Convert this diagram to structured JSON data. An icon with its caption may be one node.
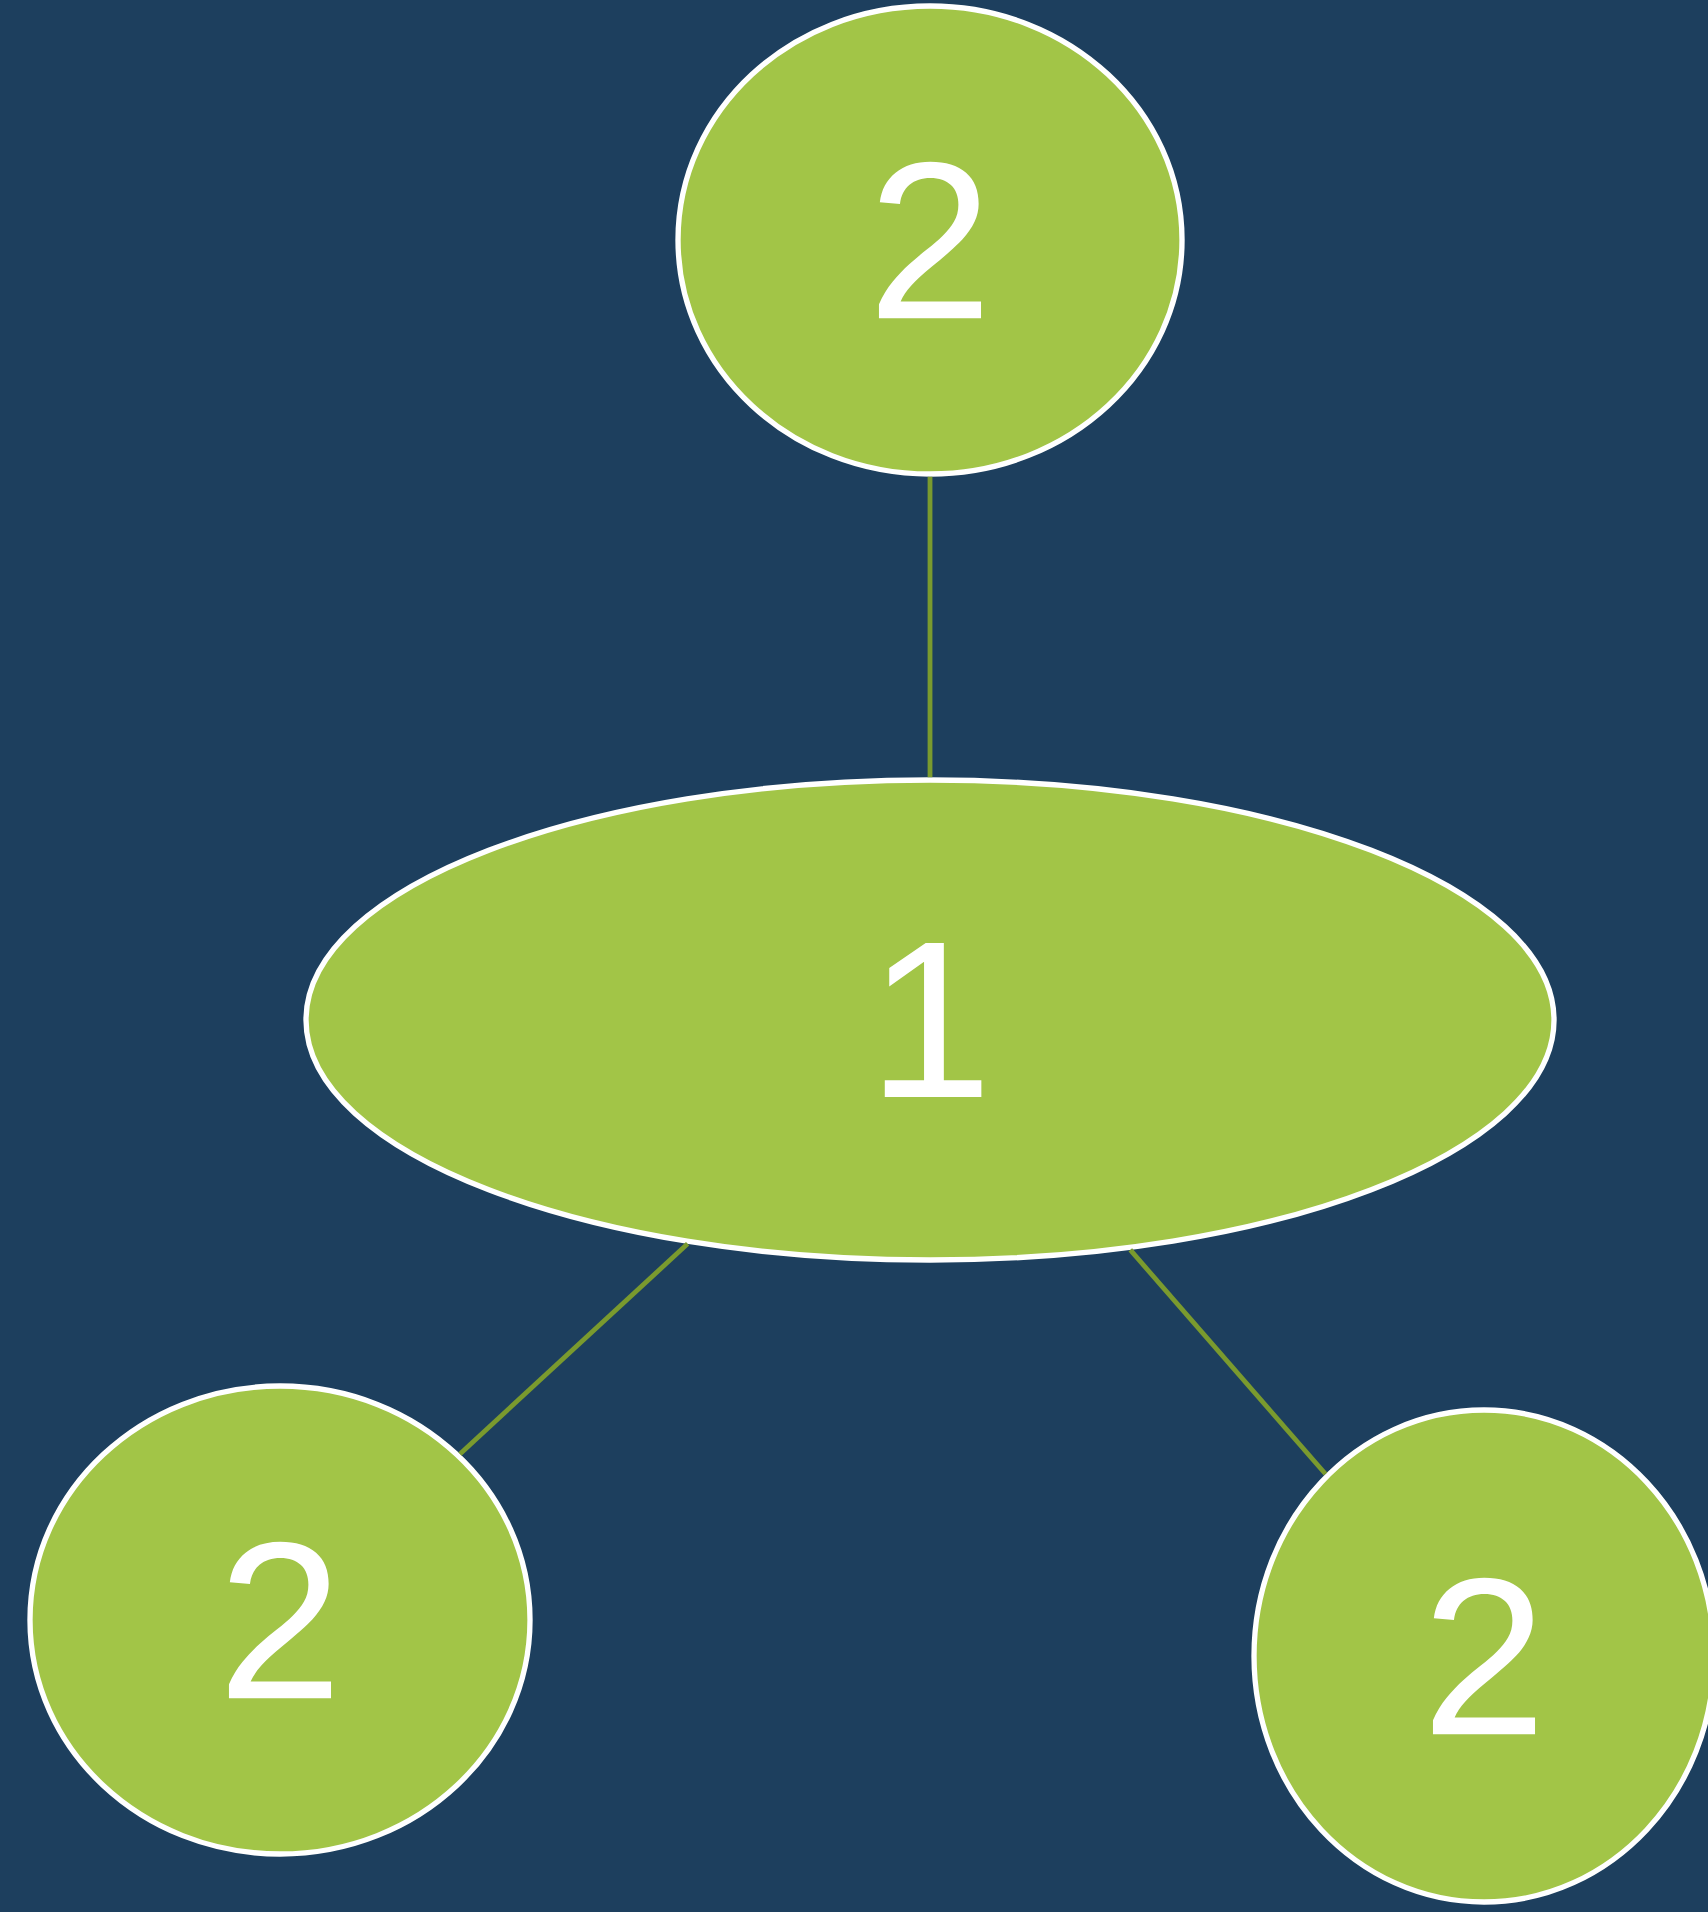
{
  "diagram": {
    "nodes": [
      {
        "text": [
          "2"
        ]
      },
      {
        "text": [
          "1"
        ]
      },
      {
        "text": [
          "2"
        ]
      },
      {
        "text": [
          "2"
        ]
      }
    ],
    "edges": [
      {
        "from": 0,
        "to": 1,
        "arrow": "none"
      },
      {
        "from": 1,
        "to": 2,
        "arrow": "none"
      },
      {
        "from": 1,
        "to": 3,
        "arrow": "none"
      }
    ]
  }
}
